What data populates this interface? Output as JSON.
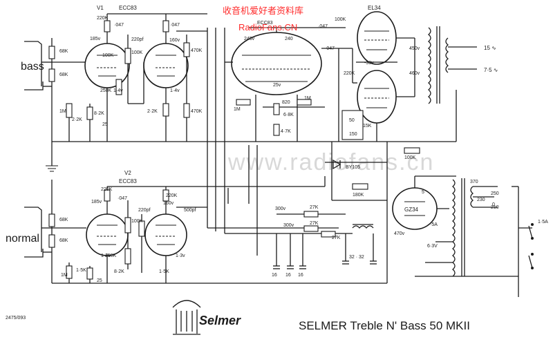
{
  "title": "SELMER Treble N' Bass 50 MKII",
  "brand": "Selmer",
  "drawing_number": "2475/093",
  "inputs": {
    "bass": "bass",
    "normal": "normal"
  },
  "watermarks": {
    "top_cn": "收音机爱好者资料库",
    "top_en": "RadioFans.CN",
    "center": "www.radiofans.cn"
  },
  "tubes": {
    "v1_id": "V1",
    "v1_type": "ECC83",
    "v2_id": "V2",
    "v2_type": "ECC83",
    "phase_splitter": "ECC83",
    "output": "EL34",
    "rectifier": "GZ34"
  },
  "labels": {
    "r_220k": "220K",
    "c_047": "·047",
    "r_68k": "68K",
    "r_100k": "100K",
    "c_220pf": "220pf",
    "r_250k": "250K",
    "r_470k": "470K",
    "r_1m": "1M",
    "r_2_2k": "2·2K",
    "r_8_2k": "8·2K",
    "r_1_5k": "1·5K",
    "c_25": "25",
    "r_680": "6·8K",
    "r_4_7k": "4·7K",
    "r_820": "820",
    "r_27k": "27K",
    "r_180k": "180K",
    "r_100k_b": "100K",
    "c_500pf": "500pf",
    "r_50": "50",
    "r_15k": "15K",
    "c_150": "150",
    "diode": "BY105",
    "v_300": "300v",
    "c_16": "16",
    "c_32": "32 · 32",
    "v_450": "450v",
    "v_460": "460v",
    "v_470": "470v",
    "out_15": "15 ∿",
    "out_7_5": "7·5 ∿",
    "mains_370": "370",
    "mains_250": "250",
    "mains_230": "230",
    "mains_210": "210",
    "mains_0": "0",
    "fuse_1_5a": "1·5A",
    "fuse_5a": "·5A",
    "heater_6_3v": "6·3V",
    "v_5": "5",
    "v_185": "185v",
    "v_160": "160v",
    "v_14": "1·4v",
    "v_13": "1·3v",
    "v_25": "25v",
    "v_240": "240",
    "v_245": "245v",
    "v_30": "-30v"
  },
  "colors": {
    "ink": "#1a1a1a",
    "watermark_red": "#ff2b2b",
    "watermark_grey": "#d8d8d8"
  }
}
